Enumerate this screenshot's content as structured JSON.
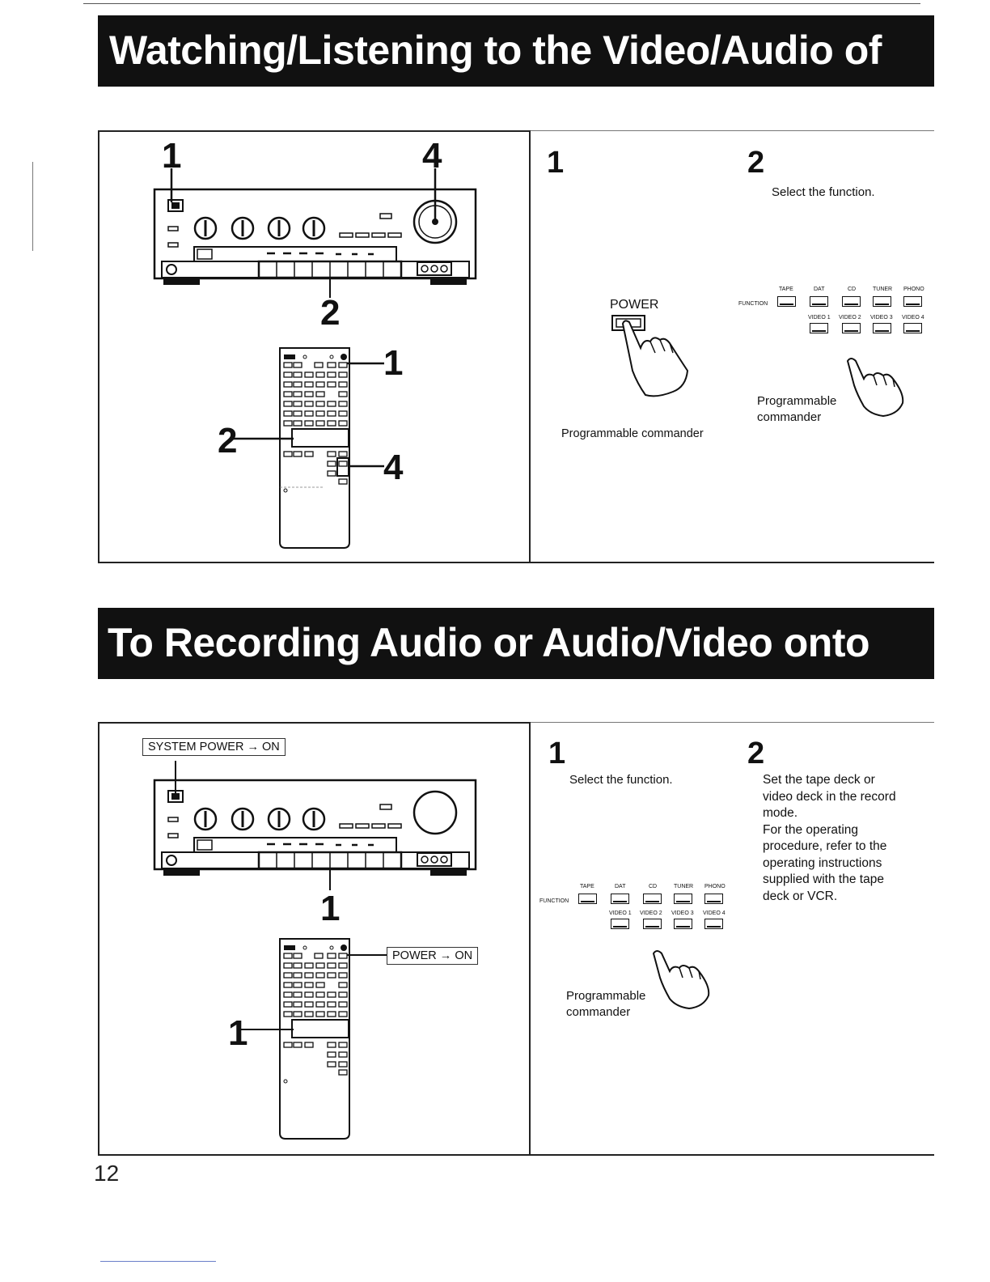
{
  "section1": {
    "title": "Watching/Listening to the Video/Audio of",
    "diagram": {
      "callouts": [
        "1",
        "4",
        "2",
        "1",
        "2",
        "4"
      ]
    },
    "steps": [
      {
        "number": "1",
        "power_label": "POWER",
        "caption": "Programmable commander"
      },
      {
        "number": "2",
        "instruction": "Select the function.",
        "caption_line1": "Programmable",
        "caption_line2": "commander"
      }
    ]
  },
  "section2": {
    "title": "To Recording Audio or Audio/Video onto",
    "diagram": {
      "system_power_label": "SYSTEM POWER → ON",
      "power_on_label": "POWER → ON",
      "callouts": [
        "1",
        "1"
      ]
    },
    "steps": [
      {
        "number": "1",
        "instruction": "Select the function.",
        "caption_line1": "Programmable",
        "caption_line2": "commander"
      },
      {
        "number": "2",
        "lines": [
          "Set the tape deck or",
          "video deck in the record",
          "mode.",
          "For the operating",
          "procedure, refer to the",
          "operating instructions",
          "supplied with the tape",
          "deck or VCR."
        ]
      }
    ]
  },
  "function_panel": {
    "function_label": "FUNCTION",
    "top_labels": [
      "TAPE",
      "DAT",
      "CD",
      "TUNER",
      "PHONO"
    ],
    "bottom_labels": [
      "VIDEO 1",
      "VIDEO 2",
      "VIDEO 3",
      "VIDEO 4"
    ]
  },
  "page_number": "12"
}
